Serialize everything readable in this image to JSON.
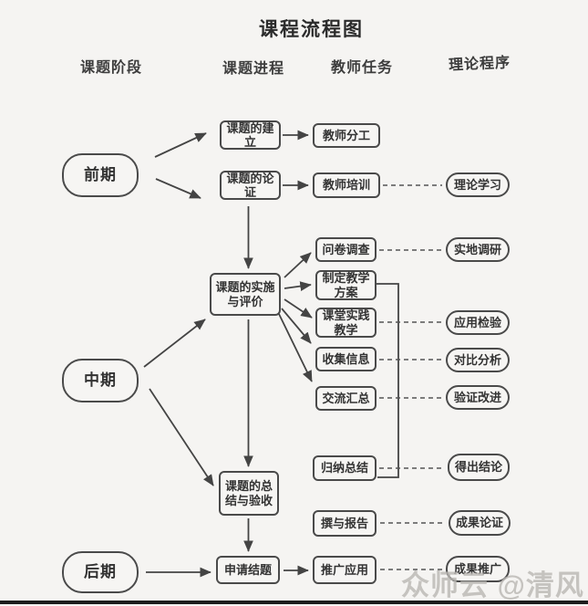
{
  "title": "课程流程图",
  "column_headers": {
    "stage": "课题阶段",
    "process": "课题进程",
    "task": "教师任务",
    "theory": "理论程序"
  },
  "nodes": {
    "stage_early": {
      "label": "前期",
      "shape": "stadium"
    },
    "stage_mid": {
      "label": "中期",
      "shape": "stadium"
    },
    "stage_late": {
      "label": "后期",
      "shape": "stadium"
    },
    "establish": {
      "label": "课题的建立",
      "shape": "rect"
    },
    "demonstrate": {
      "label": "课题的论证",
      "shape": "rect"
    },
    "implement": {
      "label": "课题的实施与评价",
      "shape": "rect"
    },
    "summarize": {
      "label": "课题的总结与验收",
      "shape": "rect"
    },
    "apply_close": {
      "label": "申请结题",
      "shape": "rect"
    },
    "teacher_division": {
      "label": "教师分工",
      "shape": "rect"
    },
    "teacher_training": {
      "label": "教师培训",
      "shape": "rect"
    },
    "questionnaire": {
      "label": "问卷调查",
      "shape": "rect"
    },
    "plan_teaching": {
      "label": "制定教学方案",
      "shape": "rect"
    },
    "classroom_practice": {
      "label": "课堂实践教学",
      "shape": "rect"
    },
    "collect_info": {
      "label": "收集信息",
      "shape": "rect"
    },
    "exchange_summary": {
      "label": "交流汇总",
      "shape": "rect"
    },
    "induce_conclude": {
      "label": "归纳总结",
      "shape": "rect"
    },
    "write_report": {
      "label": "撰与报告",
      "shape": "rect"
    },
    "promote_apply": {
      "label": "推广应用",
      "shape": "rect"
    },
    "theory_study": {
      "label": "理论学习",
      "shape": "stadium"
    },
    "field_research": {
      "label": "实地调研",
      "shape": "stadium"
    },
    "application_test": {
      "label": "应用检验",
      "shape": "stadium"
    },
    "comparative_analysis": {
      "label": "对比分析",
      "shape": "stadium"
    },
    "verify_improve": {
      "label": "验证改进",
      "shape": "stadium"
    },
    "draw_conclusion": {
      "label": "得出结论",
      "shape": "stadium"
    },
    "achievement_demo": {
      "label": "成果论证",
      "shape": "stadium"
    },
    "achievement_promo": {
      "label": "成果推广",
      "shape": "stadium"
    }
  },
  "watermark": "众师云 @清风",
  "colors": {
    "background": "#f5f4f2",
    "node_border": "#4a4a4a",
    "text": "#333333",
    "connector": "#444444",
    "watermark": "#bab7b3",
    "bottom_bar": "#1d1d1d"
  }
}
